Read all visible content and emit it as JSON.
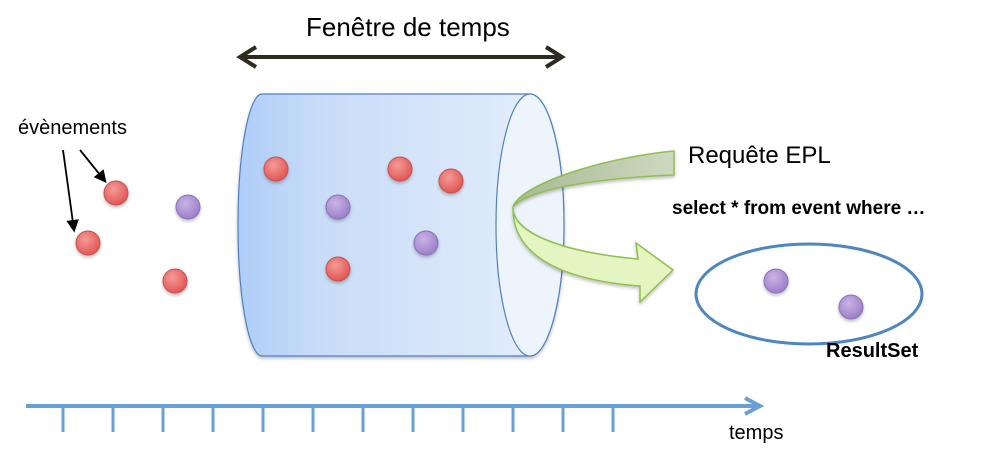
{
  "labels": {
    "window": "Fenêtre de temps",
    "events": "évènements",
    "query": "Requête EPL",
    "sql": "select * from event where …",
    "resultset": "ResultSet",
    "time": "temps"
  },
  "colors": {
    "event_red": "#e8615f",
    "event_purple": "#a588cf",
    "cylinder_stroke": "#4f81bd",
    "axis": "#6a9fd6",
    "arrow_green": "#c8e6a0"
  },
  "events": {
    "outside": [
      {
        "type": "red"
      },
      {
        "type": "purple"
      },
      {
        "type": "red"
      },
      {
        "type": "red"
      }
    ],
    "in_window": [
      {
        "type": "red"
      },
      {
        "type": "red"
      },
      {
        "type": "red"
      },
      {
        "type": "purple"
      },
      {
        "type": "purple"
      },
      {
        "type": "red"
      }
    ],
    "result": [
      {
        "type": "purple"
      },
      {
        "type": "purple"
      }
    ]
  },
  "timeline": {
    "tick_count": 12
  }
}
